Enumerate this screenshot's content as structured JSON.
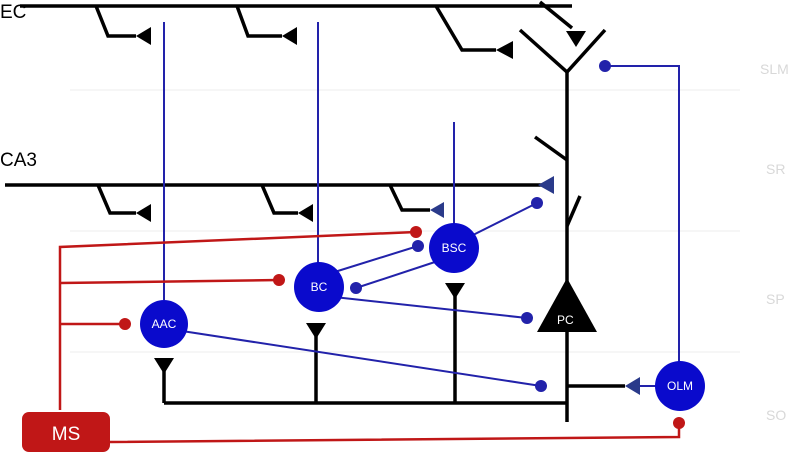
{
  "inputs": {
    "ec": "EC",
    "ca3": "CA3"
  },
  "layers": {
    "slm": "SLM",
    "sr": "SR",
    "sp": "SP",
    "so": "SO"
  },
  "cells": {
    "aac": "AAC",
    "bc": "BC",
    "bsc": "BSC",
    "pc": "PC",
    "olm": "OLM",
    "ms": "MS"
  },
  "colors": {
    "excitatory": "#000000",
    "interneuron": "#0a0acc",
    "axon": "#2222aa",
    "septal": "#c01717"
  }
}
